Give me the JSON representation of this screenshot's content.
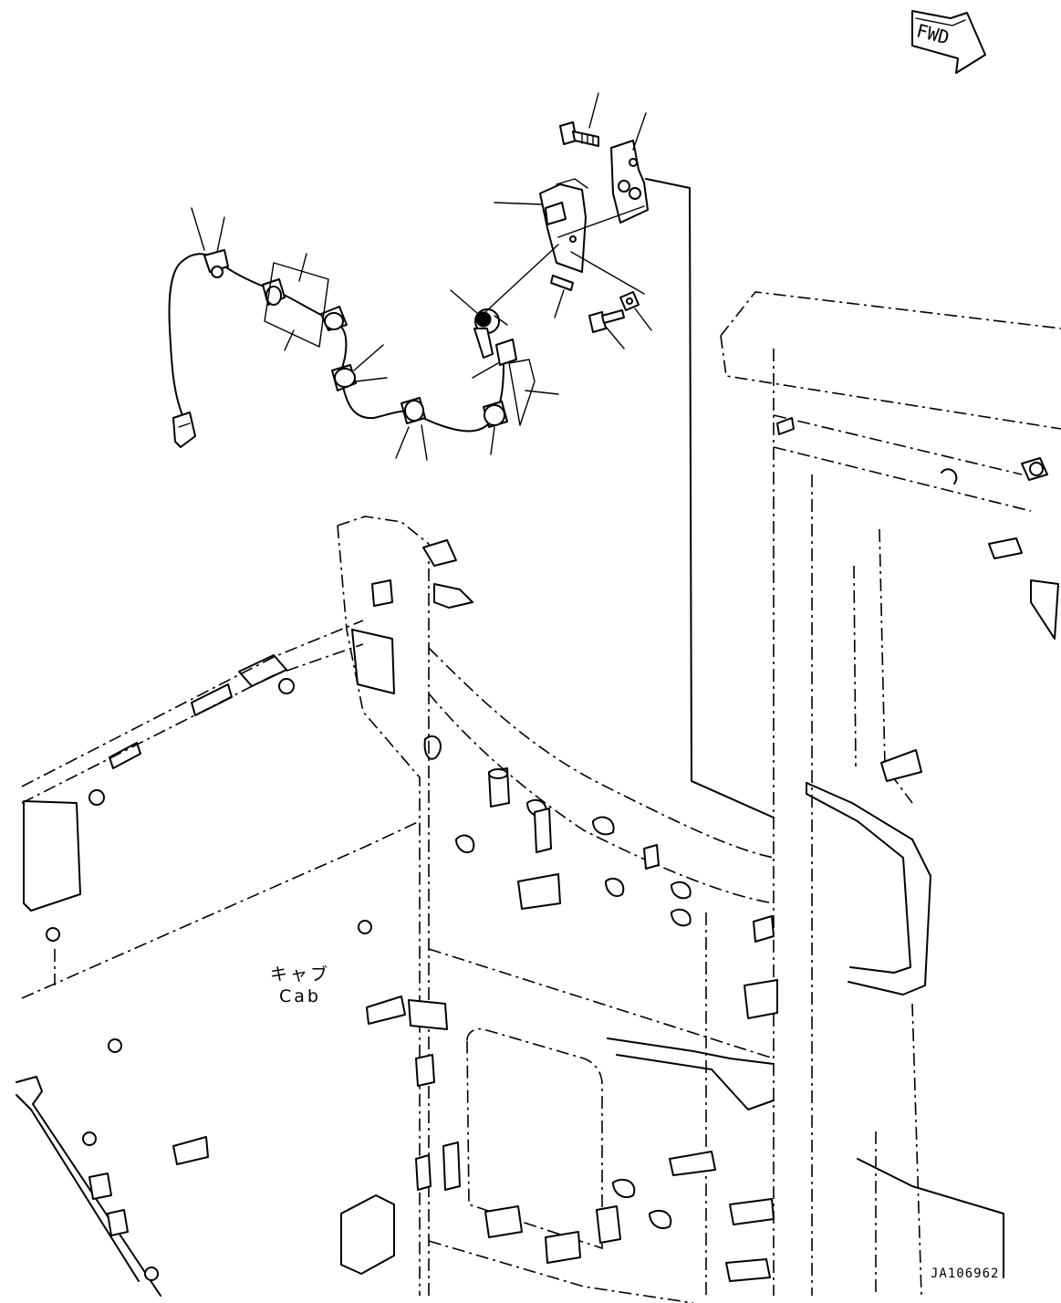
{
  "direction_arrow": {
    "label": "FWD"
  },
  "cab_label": {
    "japanese": "キャブ",
    "english": "Cab"
  },
  "drawing_code": "JA106962"
}
